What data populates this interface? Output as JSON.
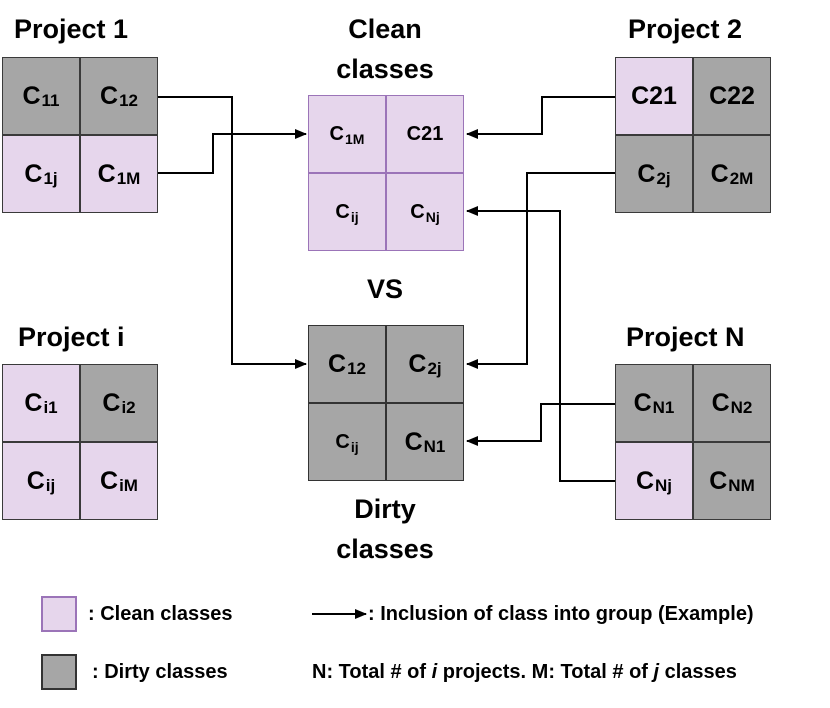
{
  "titles": {
    "project_1": "Project 1",
    "project_2": "Project 2",
    "project_i": "Project i",
    "project_n": "Project N",
    "clean_line1": "Clean",
    "clean_line2": "classes",
    "vs": "VS",
    "dirty_line1": "Dirty",
    "dirty_line2": "classes"
  },
  "project_1": [
    {
      "base": "C",
      "sub": "11",
      "state": "dirty"
    },
    {
      "base": "C",
      "sub": "12",
      "state": "dirty"
    },
    {
      "base": "C",
      "sub": "1j",
      "state": "clean"
    },
    {
      "base": "C",
      "sub": "1M",
      "state": "clean"
    }
  ],
  "project_2": [
    {
      "base": "C21",
      "sub": "",
      "state": "clean"
    },
    {
      "base": "C22",
      "sub": "",
      "state": "dirty"
    },
    {
      "base": "C",
      "sub": "2j",
      "state": "dirty"
    },
    {
      "base": "C",
      "sub": "2M",
      "state": "dirty"
    }
  ],
  "project_i": [
    {
      "base": "C",
      "sub": "i1",
      "state": "clean"
    },
    {
      "base": "C",
      "sub": "i2",
      "state": "dirty"
    },
    {
      "base": "C",
      "sub": "ij",
      "state": "clean"
    },
    {
      "base": "C",
      "sub": "iM",
      "state": "clean"
    }
  ],
  "project_n": [
    {
      "base": "C",
      "sub": "N1",
      "state": "dirty"
    },
    {
      "base": "C",
      "sub": "N2",
      "state": "dirty"
    },
    {
      "base": "C",
      "sub": "Nj",
      "state": "clean"
    },
    {
      "base": "C",
      "sub": "NM",
      "state": "dirty"
    }
  ],
  "clean_group": [
    {
      "base": "C",
      "sub": "1M",
      "state": "clean",
      "small": true
    },
    {
      "base": "C21",
      "sub": "",
      "state": "clean",
      "small": true
    },
    {
      "base": "C",
      "sub": "ij",
      "state": "clean",
      "small": true
    },
    {
      "base": "C",
      "sub": "Nj",
      "state": "clean",
      "small": true
    }
  ],
  "dirty_group": [
    {
      "base": "C",
      "sub": "12",
      "state": "dirty",
      "small": false
    },
    {
      "base": "C",
      "sub": "2j",
      "state": "dirty",
      "small": false
    },
    {
      "base": "C",
      "sub": "ij",
      "state": "dirty",
      "small": true
    },
    {
      "base": "C",
      "sub": "N1",
      "state": "dirty",
      "small": false
    }
  ],
  "legend": {
    "clean_label": ":  Clean classes",
    "dirty_label": ":  Dirty classes",
    "arrow_label": ":  Inclusion of class into group (Example)",
    "note_part1": "N: Total # of ",
    "note_i": "i",
    "note_part2": " projects.   M: Total # of ",
    "note_j": "j",
    "note_part3": " classes"
  },
  "colors": {
    "clean": "#e6d6ec",
    "clean_border": "#9b74b8",
    "dirty": "#a6a6a6",
    "dirty_border": "#333333",
    "arrow": "#000000"
  }
}
